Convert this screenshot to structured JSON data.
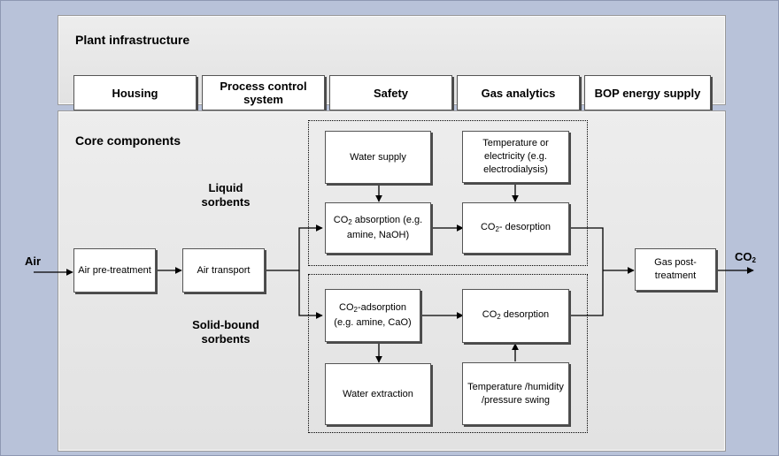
{
  "infrastructure": {
    "title": "Plant infrastructure",
    "items": [
      "Housing",
      "Process control system",
      "Safety",
      "Gas analytics",
      "BOP energy supply"
    ]
  },
  "core": {
    "title": "Core components",
    "input_label": "Air",
    "output_label_prefix": "CO",
    "output_label_sub": "2",
    "air_pretreatment": "Air pre-treatment",
    "air_transport": "Air transport",
    "gas_posttreatment": "Gas post-treatment",
    "liquid": {
      "label": "Liquid sorbents",
      "water_supply": "Water supply",
      "energy": "Temperature  or electricity (e.g. electrodialysis)",
      "absorption_prefix": "CO",
      "absorption_suffix": " absorption (e.g. amine, NaOH)",
      "desorption_prefix": "CO",
      "desorption_suffix": "- desorption"
    },
    "solid": {
      "label": "Solid-bound sorbents",
      "adsorption_prefix": "CO",
      "adsorption_suffix": "-adsorption (e.g. amine, CaO)",
      "desorption_prefix": "CO",
      "desorption_suffix": " desorption",
      "water_extraction": "Water extraction",
      "swing": "Temperature /humidity /pressure swing"
    }
  }
}
